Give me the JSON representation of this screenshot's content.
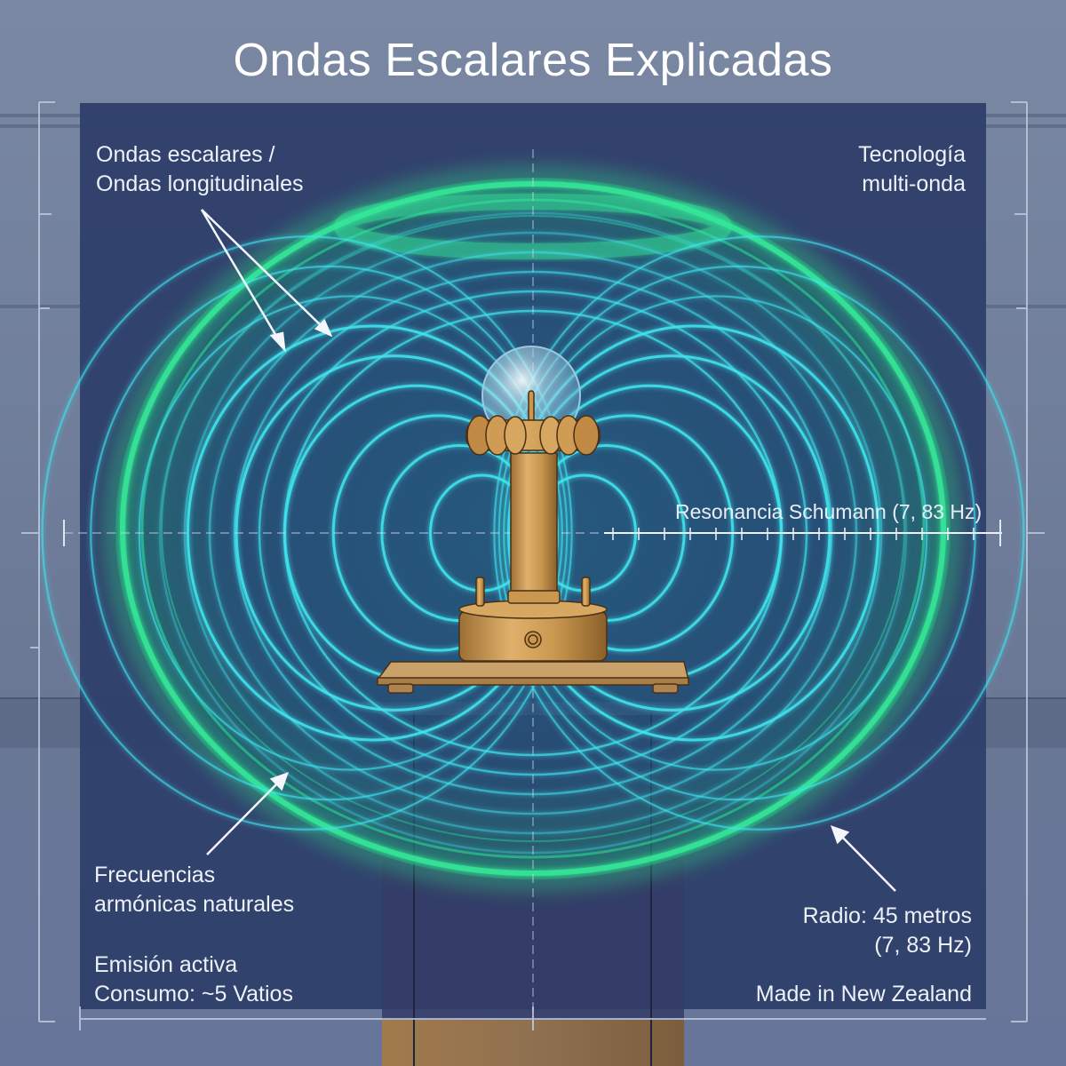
{
  "title": "Ondas Escalares Explicadas",
  "labels": {
    "waves_line1": "Ondas escalares /",
    "waves_line2": "Ondas longitudinales",
    "tech_line1": "Tecnología",
    "tech_line2": "multi-onda",
    "schumann": "Resonancia Schumann (7, 83 Hz)",
    "harmonics_line1": "Frecuencias",
    "harmonics_line2": "armónicas naturales",
    "emission_line1": "Emisión activa",
    "emission_line2": "Consumo: ~5 Vatios",
    "radius_line1": "Radio: 45 metros",
    "radius_line2": "(7, 83 Hz)",
    "origin": "Made in New Zealand"
  },
  "colors": {
    "panel": "#2f3f6b",
    "field_outer": "#2ee88a",
    "field_inner": "#3fe6f0",
    "brass": "#c9974f",
    "text": "#eef2f8"
  },
  "icons": {
    "device": "scalar-wave-generator-icon",
    "arrows": "arrow-icon"
  }
}
